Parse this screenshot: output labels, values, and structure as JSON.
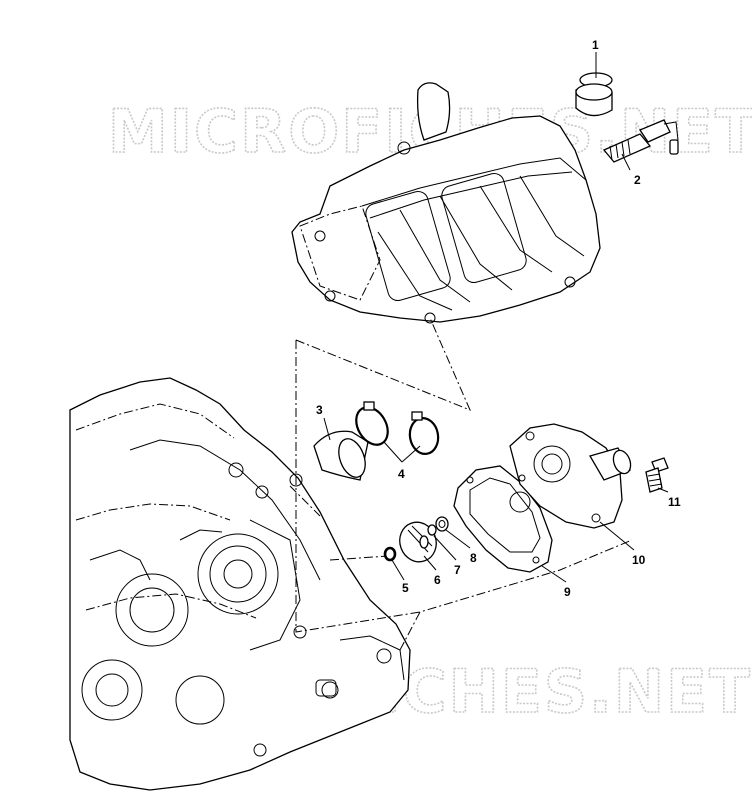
{
  "watermark": {
    "top_text": "MICROFICHES.NET",
    "bottom_text": "MICROFICHES.NET"
  },
  "callouts": [
    "1",
    "2",
    "3",
    "4",
    "5",
    "6",
    "7",
    "8",
    "9",
    "10",
    "11"
  ],
  "parts": {
    "cylinder_head_icon": "cylinder-head",
    "crankcase_icon": "crankcase",
    "water_pump_cover_icon": "water-pump-cover"
  }
}
